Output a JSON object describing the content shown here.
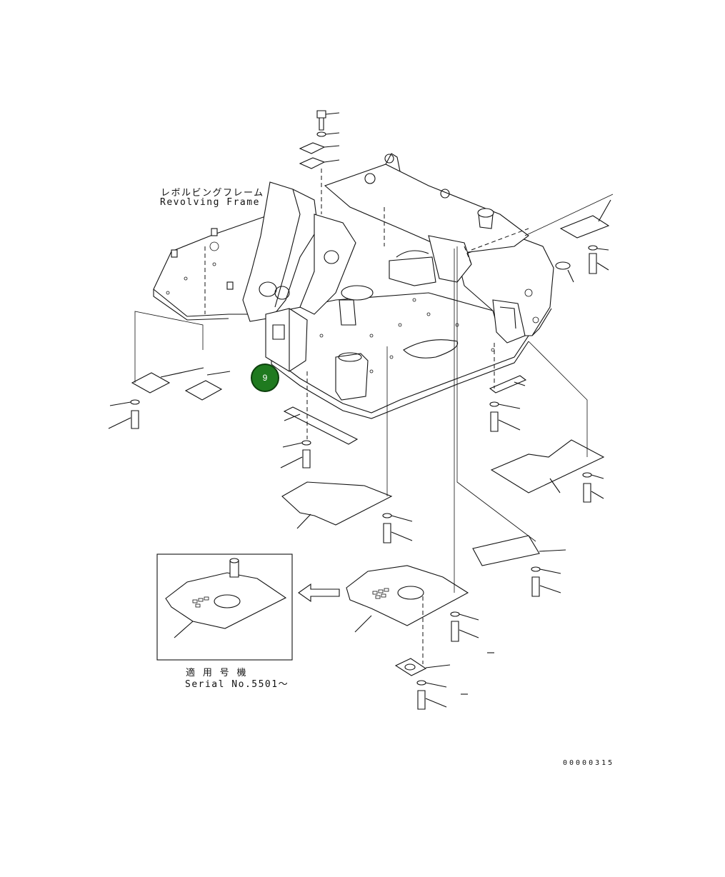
{
  "diagram": {
    "frame_label_jp": "レボルビングフレーム",
    "frame_label_en": "Revolving Frame",
    "inset_label_jp": "適 用 号 機",
    "inset_label_en": "Serial No.5501～",
    "drawing_number": "00000315",
    "callout_number": "9",
    "callout_color": "#1f7a1f"
  }
}
